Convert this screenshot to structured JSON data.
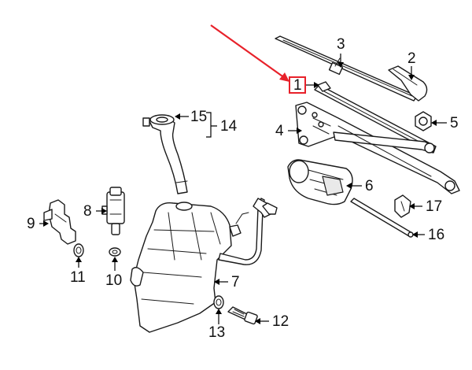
{
  "callouts": [
    {
      "id": "1",
      "label": "1",
      "highlighted": true
    },
    {
      "id": "2",
      "label": "2"
    },
    {
      "id": "3",
      "label": "3"
    },
    {
      "id": "4",
      "label": "4"
    },
    {
      "id": "5",
      "label": "5"
    },
    {
      "id": "6",
      "label": "6"
    },
    {
      "id": "7",
      "label": "7"
    },
    {
      "id": "8",
      "label": "8"
    },
    {
      "id": "9",
      "label": "9"
    },
    {
      "id": "10",
      "label": "10"
    },
    {
      "id": "11",
      "label": "11"
    },
    {
      "id": "12",
      "label": "12"
    },
    {
      "id": "13",
      "label": "13"
    },
    {
      "id": "14",
      "label": "14"
    },
    {
      "id": "15",
      "label": "15"
    },
    {
      "id": "16",
      "label": "16"
    },
    {
      "id": "17",
      "label": "17"
    }
  ],
  "colors": {
    "highlight": "#e8212a",
    "line": "#1a1a1a",
    "background": "#ffffff"
  }
}
